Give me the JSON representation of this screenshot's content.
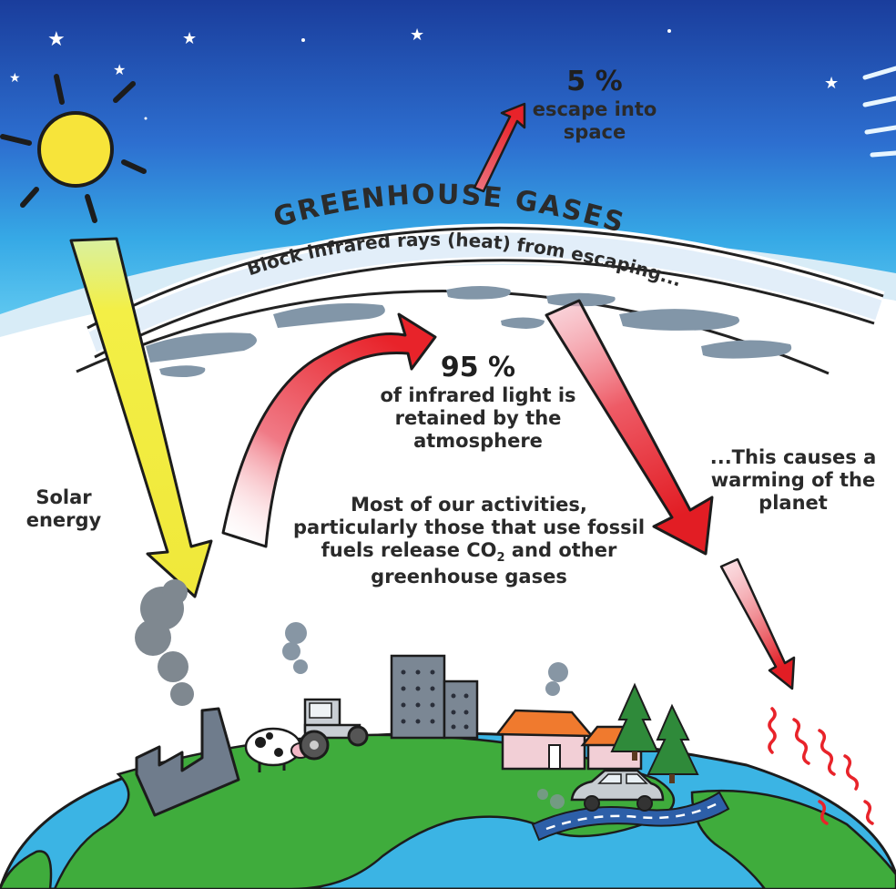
{
  "layer_title": "GREENHOUSE GASES",
  "layer_subtitle": "Block infrared rays (heat) from escaping...",
  "escape": {
    "percent": "5 %",
    "line1": "escape into",
    "line2": "space"
  },
  "retained": {
    "percent": "95 %",
    "line1": "of infrared light is",
    "line2": "retained by the",
    "line3": "atmosphere"
  },
  "solar": {
    "line1": "Solar",
    "line2": "energy"
  },
  "warming": {
    "line1": "...This causes a",
    "line2": "warming of the",
    "line3": "planet"
  },
  "activities": {
    "line1": "Most of our activities,",
    "line2": "particularly those that use fossil",
    "line3_pre": "fuels release CO",
    "line3_sub": "2",
    "line3_post": " and other",
    "line4": "greenhouse gases"
  },
  "colors": {
    "sky_dark": "#1f47a8",
    "sky_light": "#34b4ea",
    "sun": "#f7e43a",
    "infrared_arrow": "#e8232a",
    "solar_arrow": "#f2ec3a",
    "ocean": "#39b8e6",
    "land": "#3dac3d"
  },
  "icons": [
    "sun-icon",
    "star-icon",
    "factory-icon",
    "cow-icon",
    "tractor-icon",
    "building-icon",
    "house-icon",
    "tree-icon",
    "car-icon",
    "cloud-icon",
    "heat-wave-icon"
  ]
}
